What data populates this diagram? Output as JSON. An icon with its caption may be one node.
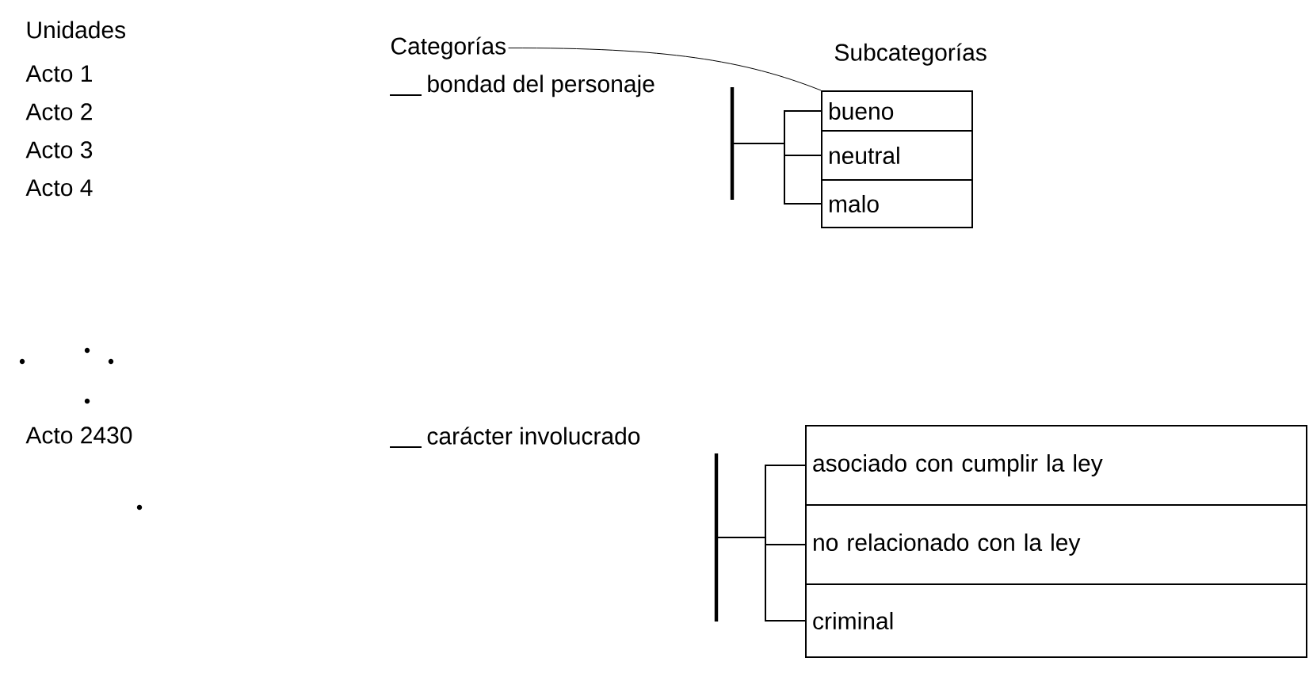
{
  "diagram": {
    "nodes": [
      {
        "text": [
          "Categorías"
        ]
      },
      {
        "text": [
          "bondad del personaje"
        ]
      },
      {
        "text": [
          "bueno"
        ]
      },
      {
        "text": [
          "neutral"
        ]
      },
      {
        "text": [
          "malo"
        ]
      },
      {
        "text": [
          "carácter involucrado"
        ]
      },
      {
        "text": [
          "asociado con cumplir la ley"
        ]
      },
      {
        "text": [
          "no relacionado con la ley"
        ]
      },
      {
        "text": [
          "criminal"
        ]
      }
    ],
    "edges": [
      {
        "from": 0,
        "to": 2,
        "arrow": "none"
      },
      {
        "from": 1,
        "to": 2,
        "arrow": "none"
      },
      {
        "from": 1,
        "to": 3,
        "arrow": "none"
      },
      {
        "from": 1,
        "to": 4,
        "arrow": "none"
      },
      {
        "from": 5,
        "to": 6,
        "arrow": "none"
      },
      {
        "from": 5,
        "to": 7,
        "arrow": "none"
      },
      {
        "from": 5,
        "to": 8,
        "arrow": "none"
      }
    ],
    "labels": [
      "Unidades",
      "Acto 1",
      "Acto 2",
      "Acto 3",
      "Acto 4",
      "Acto 2430",
      "Subcategorías"
    ]
  }
}
